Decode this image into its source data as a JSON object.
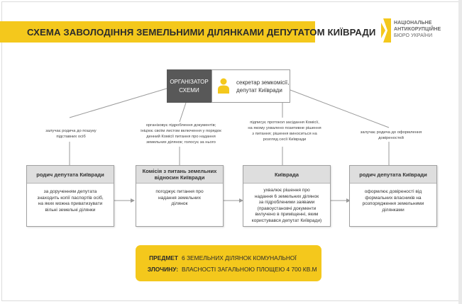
{
  "title": "СХЕМА ЗАВОЛОДІННЯ ЗЕМЕЛЬНИМИ ДІЛЯНКАМИ ДЕПУТАТОМ КИЇВРАДИ",
  "logo": {
    "line1": "НАЦІОНАЛЬНЕ",
    "line2": "АНТИКОРУПЦІЙНЕ",
    "line3": "БЮРО УКРАЇНИ"
  },
  "organizer": {
    "label_line1": "ОРГАНІЗАТОР",
    "label_line2": "СХЕМИ",
    "role_line1": "секретар земкомісії,",
    "role_line2": "депутат Київради"
  },
  "notes": {
    "n1_line1": "залучає родича до пошуку",
    "n1_line2": "підставних осіб",
    "n2_line1": "організовує підроблення документів;",
    "n2_line2": "ініціює своїм листом включення у порядок",
    "n2_line3": "денний Комісії питання про надання",
    "n2_line4": "земельних ділянок; голосує за нього",
    "n3_line1": "підписує протокол засідання Комісії,",
    "n3_line2": "на якому ухвалено позитивне рішення",
    "n3_line3": "з питання; рішення виноситься на",
    "n3_line4": "розгляд сесії Київради",
    "n4_line1": "залучає родича до оформлення",
    "n4_line2": "довіреностей"
  },
  "boxes": [
    {
      "head_line1": "родич депутата Київради",
      "head_line2": "",
      "body": [
        "за дорученням депутата",
        "знаходить копії паспортів осіб,",
        "на яких можна приватизувати",
        "вільні земельні ділянки"
      ]
    },
    {
      "head_line1": "Комісія з питань земельних",
      "head_line2": "відносин Київради",
      "body": [
        "погоджує питання про",
        "надання земельних",
        "ділянок"
      ]
    },
    {
      "head_line1": "Київрада",
      "head_line2": "",
      "body": [
        "ухвалює рішення про",
        "надання 6 земельних ділянок",
        "за підробленими заявами",
        "(правоустановчі документи",
        "вилучено в приміщенні, яким",
        "користувався депутат Київради)"
      ]
    },
    {
      "head_line1": "родич депутата Київради",
      "head_line2": "",
      "body": [
        "оформлює довіреності від",
        "формальних власників на",
        "розпорядження земельними",
        "ділянками"
      ]
    }
  ],
  "crime": {
    "label_line1": "ПРЕДМЕТ",
    "label_line2": "ЗЛОЧИНУ:",
    "value_line1": "6 ЗЕМЕЛЬНИХ ДІЛЯНОК КОМУНАЛЬНОЇ",
    "value_line2": "ВЛАСНОСТІ ЗАГАЛЬНОЮ ПЛОЩЕЮ 4 700 КВ.М"
  },
  "colors": {
    "accent_yellow": "#f4c81c",
    "dark_grey": "#585858",
    "header_grey": "#dedede"
  }
}
